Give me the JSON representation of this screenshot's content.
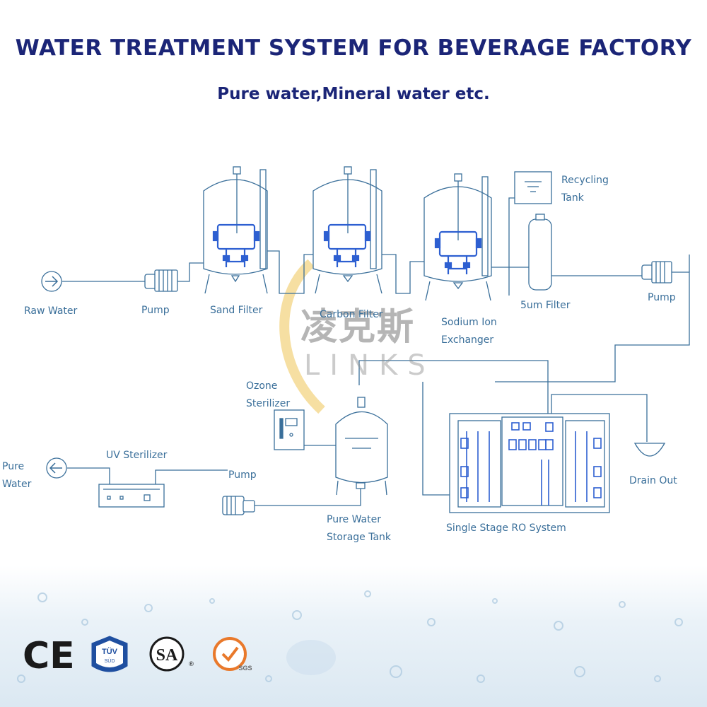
{
  "header": {
    "title": "WATER TREATMENT SYSTEM FOR BEVERAGE FACTORY",
    "subtitle": "Pure water,Mineral water etc."
  },
  "components": {
    "raw_water": "Raw Water",
    "pump1": "Pump",
    "sand_filter": "Sand Filter",
    "carbon_filter": "Carbon Filter",
    "sodium_ion_exchanger": [
      "Sodium Ion",
      "Exchanger"
    ],
    "recycling_tank": [
      "Recycling",
      "Tank"
    ],
    "filter_5um": "5um Filter",
    "pump2": "Pump",
    "ozone_sterilizer": [
      "Ozone",
      "Sterilizer"
    ],
    "drain_out": "Drain Out",
    "pure_water": [
      "Pure",
      "Water"
    ],
    "uv_sterilizer": "UV Sterilizer",
    "pump3": "Pump",
    "pure_water_storage_tank": [
      "Pure Water",
      "Storage Tank"
    ],
    "ro_system": "Single Stage RO System"
  },
  "watermark": {
    "chinese": "凌克斯",
    "latin": "LINKS"
  },
  "certifications": {
    "ce": "CE",
    "tuv": "TÜV",
    "tuv_sub": "SÜD",
    "csa": "SA",
    "sgs": "SGS"
  },
  "colors": {
    "title": "#1b2577",
    "line": "#3a6f9a",
    "valve": "#2d5fd1",
    "watermark_arc": "#f2d27a"
  }
}
